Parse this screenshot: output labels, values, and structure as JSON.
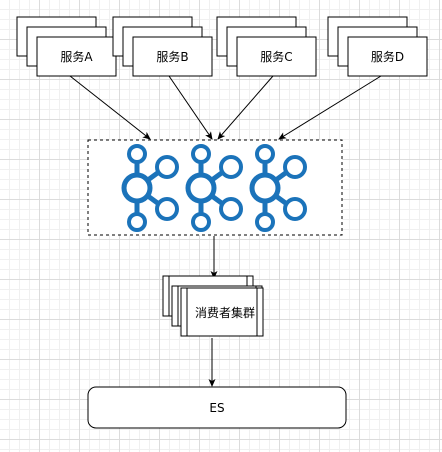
{
  "services": [
    {
      "label": "服务A"
    },
    {
      "label": "服务B"
    },
    {
      "label": "服务C"
    },
    {
      "label": "服务D"
    }
  ],
  "broker": {
    "icon": "kafka-icon",
    "icon_color": "#1b73ba"
  },
  "consumer": {
    "label": "消费者集群"
  },
  "storage": {
    "label": "ES"
  }
}
